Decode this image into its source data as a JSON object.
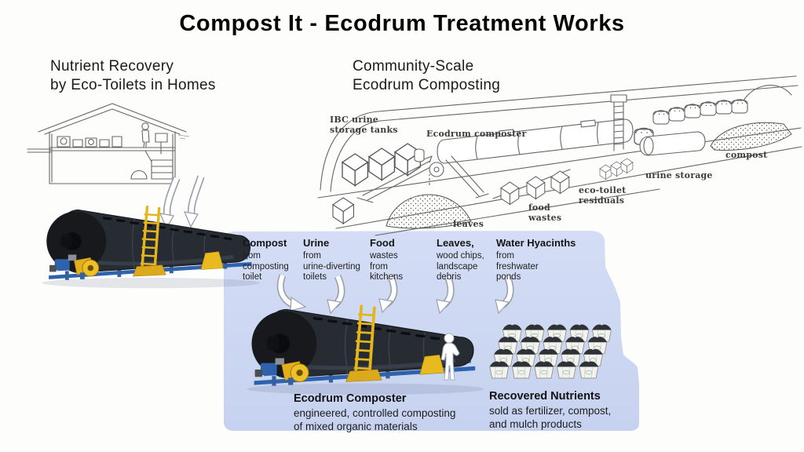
{
  "slide": {
    "title": "Compost It - Ecodrum Treatment Works"
  },
  "left_section": {
    "heading": [
      "Nutrient Recovery",
      "by Eco-Toilets in Homes"
    ]
  },
  "right_section": {
    "heading": [
      "Community-Scale",
      "Ecodrum Composting"
    ],
    "labels": {
      "ibc_line1": "IBC urine",
      "ibc_line2": "storage tanks",
      "ecodrum": "Ecodrum composter",
      "compost": "compost",
      "urine_storage": "urine storage",
      "eco_toilet_line1": "eco-toilet",
      "eco_toilet_line2": "residuals",
      "food_line1": "food",
      "food_line2": "wastes",
      "leaves": "leaves"
    }
  },
  "flow_panel": {
    "panel_color": "#cbd6f1",
    "inputs": [
      {
        "title": "Compost",
        "line1": "from",
        "line2": "composting",
        "line3": "toilet"
      },
      {
        "title": "Urine",
        "line1": "from",
        "line2": "urine-diverting",
        "line3": "toilets"
      },
      {
        "title": "Food",
        "line1": "wastes",
        "line2": "from",
        "line3": "kitchens"
      },
      {
        "title": "Leaves,",
        "line1": "wood chips,",
        "line2": "landscape",
        "line3": "debris"
      },
      {
        "title": "Water Hyacinths",
        "line1": "from",
        "line2": "freshwater",
        "line3": "ponds"
      }
    ],
    "outputs": [
      {
        "title": "Ecodrum Composter",
        "line1": "engineered, controlled composting",
        "line2": "of mixed organic materials"
      },
      {
        "title": "Recovered Nutrients",
        "line1": "sold as fertilizer, compost,",
        "line2": "and mulch products"
      }
    ]
  }
}
